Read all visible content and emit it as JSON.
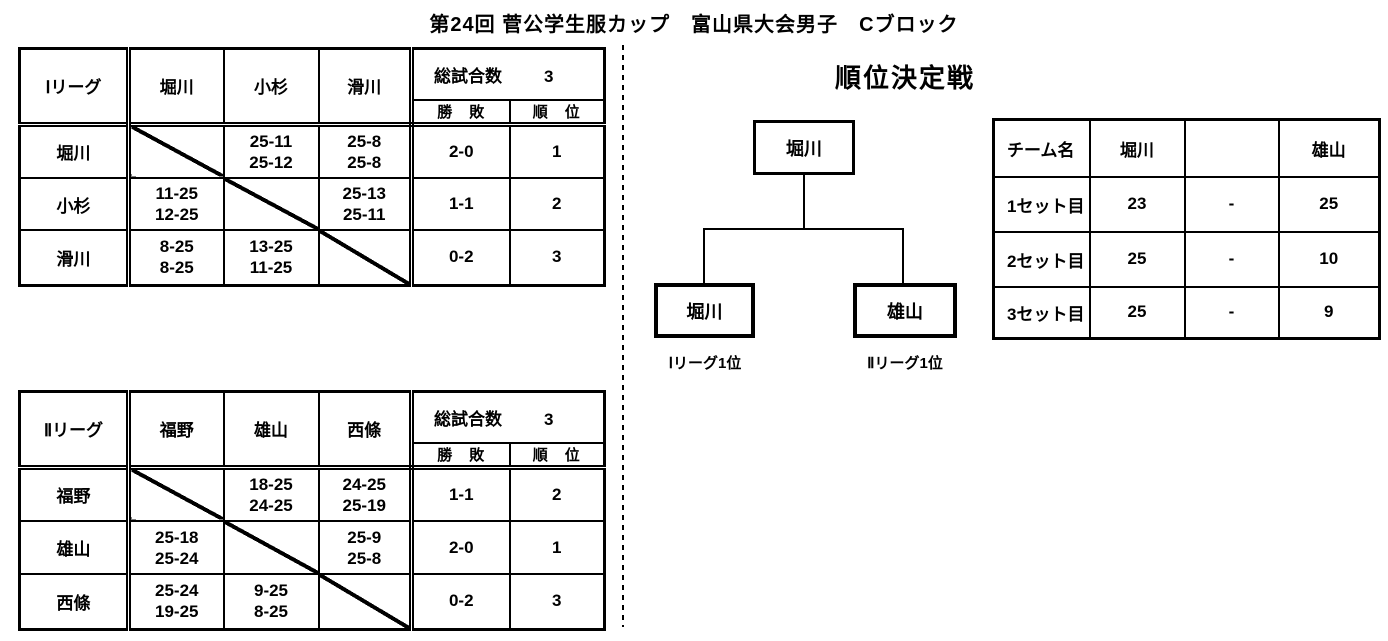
{
  "title": "第24回 菅公学生服カップ　富山県大会男子　Cブロック",
  "colors": {
    "ink": "#000000",
    "background": "#ffffff"
  },
  "league1": {
    "name": "Ⅰリーグ",
    "opponents": [
      "堀川",
      "小杉",
      "滑川"
    ],
    "total_label": "総試合数",
    "total_value": "3",
    "win_loss_label": "勝　敗",
    "rank_label": "順　位",
    "rows": [
      {
        "team": "堀川",
        "cells": [
          null,
          [
            "25-11",
            "25-12"
          ],
          [
            "25-8",
            "25-8"
          ]
        ],
        "win_loss": "2-0",
        "rank": "1"
      },
      {
        "team": "小杉",
        "cells": [
          [
            "11-25",
            "12-25"
          ],
          null,
          [
            "25-13",
            "25-11"
          ]
        ],
        "win_loss": "1-1",
        "rank": "2"
      },
      {
        "team": "滑川",
        "cells": [
          [
            "8-25",
            "8-25"
          ],
          [
            "13-25",
            "11-25"
          ],
          null
        ],
        "win_loss": "0-2",
        "rank": "3"
      }
    ]
  },
  "league2": {
    "name": "Ⅱリーグ",
    "opponents": [
      "福野",
      "雄山",
      "西條"
    ],
    "total_label": "総試合数",
    "total_value": "3",
    "win_loss_label": "勝　敗",
    "rank_label": "順　位",
    "rows": [
      {
        "team": "福野",
        "cells": [
          null,
          [
            "18-25",
            "24-25"
          ],
          [
            "24-25",
            "25-19"
          ]
        ],
        "win_loss": "1-1",
        "rank": "2"
      },
      {
        "team": "雄山",
        "cells": [
          [
            "25-18",
            "25-24"
          ],
          null,
          [
            "25-9",
            "25-8"
          ]
        ],
        "win_loss": "2-0",
        "rank": "1"
      },
      {
        "team": "西條",
        "cells": [
          [
            "25-24",
            "19-25"
          ],
          [
            "9-25",
            "8-25"
          ],
          null
        ],
        "win_loss": "0-2",
        "rank": "3"
      }
    ]
  },
  "playoff": {
    "title": "順位決定戦",
    "winner": "堀川",
    "finalist_left": {
      "team": "堀川",
      "source": "Ⅰリーグ1位"
    },
    "finalist_right": {
      "team": "雄山",
      "source": "Ⅱリーグ1位"
    },
    "sets": {
      "header": {
        "label": "チーム名",
        "left_team": "堀川",
        "right_team": "雄山"
      },
      "rows": [
        {
          "label": "1セット目",
          "left": "23",
          "sep": "-",
          "right": "25"
        },
        {
          "label": "2セット目",
          "left": "25",
          "sep": "-",
          "right": "10"
        },
        {
          "label": "3セット目",
          "left": "25",
          "sep": "-",
          "right": "9"
        }
      ]
    }
  }
}
